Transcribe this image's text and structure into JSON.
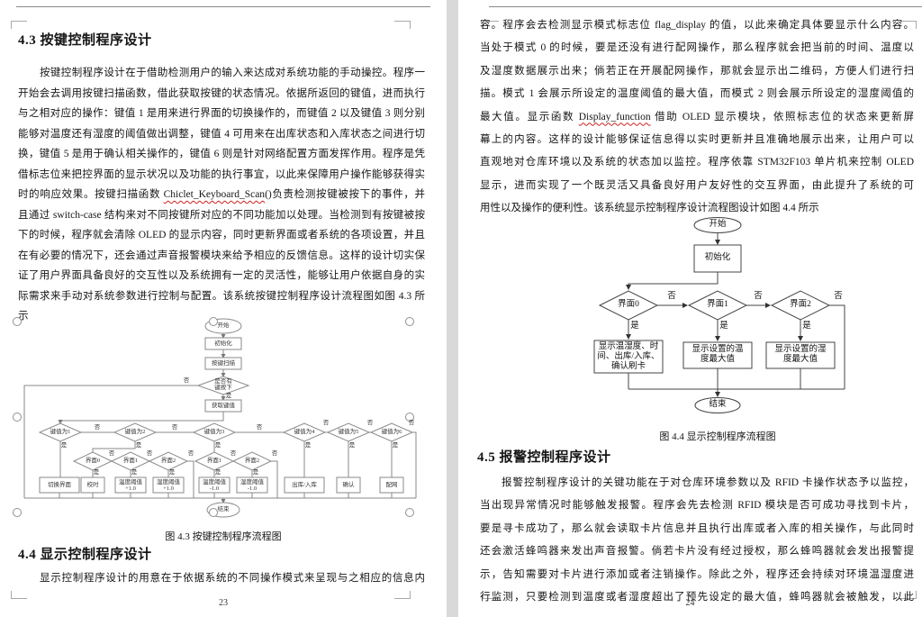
{
  "left": {
    "page_number": "23",
    "h43": "4.3 按键控制程序设计",
    "p43": [
      "按键控制程序设计在于借助检测用户的输入来达成对系统功能的手动操控。程序一",
      "开始会去调用按键扫描函数，借此获取按键的状态情况。依据所返回的键值，进而执行",
      "与之相对应的操作：键值 1 是用来进行界面的切换操作的，而键值 2 以及键值 3 则分别",
      "能够对温度还有湿度的阈值做出调整，键值 4 可用来在出库状态和入库状态之间进行切",
      "换，键值 5 是用于确认相关操作的，键值 6 则是针对网络配置方面发挥作用。程序是凭",
      "借标志位来把控界面的显示状况以及功能的执行事宜，以此来保障用户操作能够获得实",
      {
        "pre": "时的响应效果。按键扫描函数 ",
        "u": "Chiclet_Keyboard_Scan",
        "post": "()负责检测按键被按下的事件，并"
      },
      "且通过 switch-case 结构来对不同按键所对应的不同功能加以处理。当检测到有按键被按",
      "下的时候，程序就会清除 OLED 的显示内容，同时更新界面或者系统的各项设置，并且",
      "在有必要的情况下，还会通过声音报警模块来给予相应的反馈信息。这样的设计切实保",
      "证了用户界面具备良好的交互性以及系统拥有一定的灵活性，能够让用户依据自身的实",
      "际需求来手动对系统参数进行控制与配置。该系统按键控制程序设计流程图如图 4.3 所",
      "示"
    ],
    "fig43": {
      "caption": "图 4.3 按键控制程序流程图",
      "start": "开始",
      "init": "初始化",
      "scan": "按键扫描",
      "q_key": "是否有键按下",
      "get": "获取键值",
      "k1": "键值为1",
      "k2": "键值为2",
      "k3": "键值为3",
      "k4": "键值为4",
      "k5": "键值为5",
      "k6": "键值为6",
      "ui0": "界面0",
      "ui1": "界面1",
      "ui2": "界面2",
      "ui1b": "界面1",
      "ui2b": "界面2",
      "a1": "切换界面",
      "a20": "校时",
      "a21": "温度阈值 +1.0",
      "a22": "湿度阈值 +1.0",
      "a31": "温度阈值 -1.0",
      "a32": "湿度阈值 -1.0",
      "a4": "出库/入库",
      "a5": "确认",
      "a6": "配网",
      "end": "结束",
      "yes": "是",
      "no": "否"
    },
    "h44": "4.4 显示控制程序设计",
    "p44": [
      "显示控制程序设计的用意在于依据系统的不同操作模式来呈现与之相应的信息内"
    ]
  },
  "right": {
    "page_number": "24",
    "p44cont": [
      "容。程序会去检测显示模式标志位 flag_display 的值，以此来确定具体要显示什么内容。",
      "当处于模式 0 的时候，要是还没有进行配网操作，那么程序就会把当前的时间、温度以",
      "及湿度数据展示出来；倘若正在开展配网操作，那就会显示出二维码，方便人们进行扫",
      "描。模式 1 会展示所设定的温度阈值的最大值，而模式 2 则会展示所设定的湿度阈值的",
      {
        "pre": "最大值。显示函数 ",
        "u": "Display_function",
        "post": " 借助 OLED 显示模块，依照标志位的状态来更新屏"
      },
      "幕上的内容。这样的设计能够保证信息得以实时更新并且准确地展示出来，让用户可以",
      "直观地对仓库环境以及系统的状态加以监控。程序依靠 STM32F103 单片机来控制 OLED",
      "显示，进而实现了一个既灵活又具备良好用户友好性的交互界面，由此提升了系统的可",
      "用性以及操作的便利性。该系统显示控制程序设计流程图设计如图 4.4 所示"
    ],
    "fig44": {
      "caption": "图 4.4 显示控制程序流程图",
      "start": "开始",
      "init": "初始化",
      "ui0": "界面0",
      "ui1": "界面1",
      "ui2": "界面2",
      "b0": "显示温湿度、时间、出库/入库、确认刷卡",
      "b1": "显示设置的温度最大值",
      "b2": "显示设置的湿度最大值",
      "end": "结束",
      "yes": "是",
      "no": "否"
    },
    "h45": "4.5 报警控制程序设计",
    "p45": [
      "报警控制程序设计的关键功能在于对仓库环境参数以及 RFID 卡操作状态予以监控，",
      "当出现异常情况时能够触发报警。程序会先去检测 RFID 模块是否可成功寻找到卡片，",
      "要是寻卡成功了，那么就会读取卡片信息并且执行出库或者入库的相关操作，与此同时",
      "还会激活蜂鸣器来发出声音报警。倘若卡片没有经过授权，那么蜂鸣器就会发出报警提",
      "示，告知需要对卡片进行添加或者注销操作。除此之外，程序还会持续对环境温湿度进",
      "行监测，只要检测到温度或者湿度超出了预先设定的最大值，蜂鸣器就会被触发，以此"
    ]
  }
}
